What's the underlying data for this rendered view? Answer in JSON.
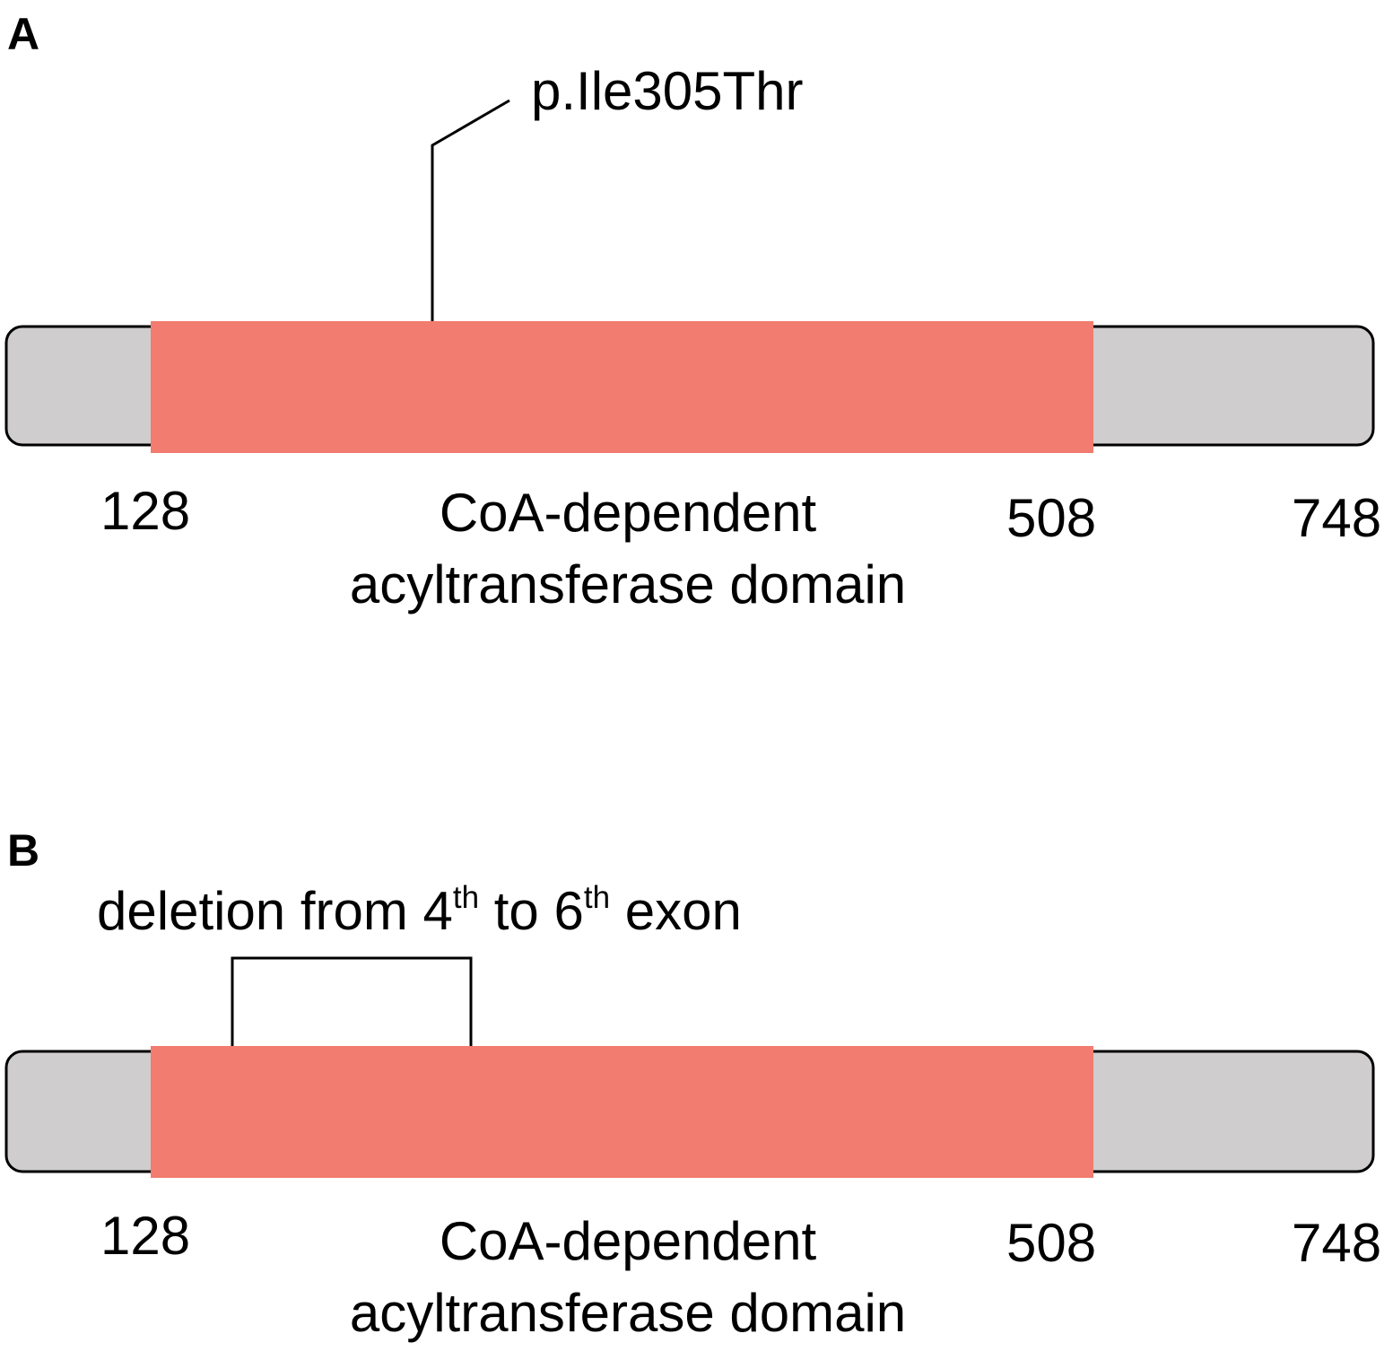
{
  "colors": {
    "protein_backbone": "#cfcdce",
    "domain_fill": "#f17c6f",
    "outline": "#000000",
    "background": "#ffffff"
  },
  "panels": [
    {
      "label": "A",
      "annotation": "p.Ile305Thr",
      "positions": {
        "domain_start": "128",
        "domain_end": "508",
        "protein_end": "748"
      },
      "domain_name_line1": "CoA-dependent",
      "domain_name_line2": "acyltransferase domain"
    },
    {
      "label": "B",
      "annotation_parts": {
        "prefix": "deletion from 4",
        "sup1": "th",
        "middle": " to 6",
        "sup2": "th",
        "suffix": " exon"
      },
      "positions": {
        "domain_start": "128",
        "domain_end": "508",
        "protein_end": "748"
      },
      "domain_name_line1": "CoA-dependent",
      "domain_name_line2": "acyltransferase domain"
    }
  ]
}
